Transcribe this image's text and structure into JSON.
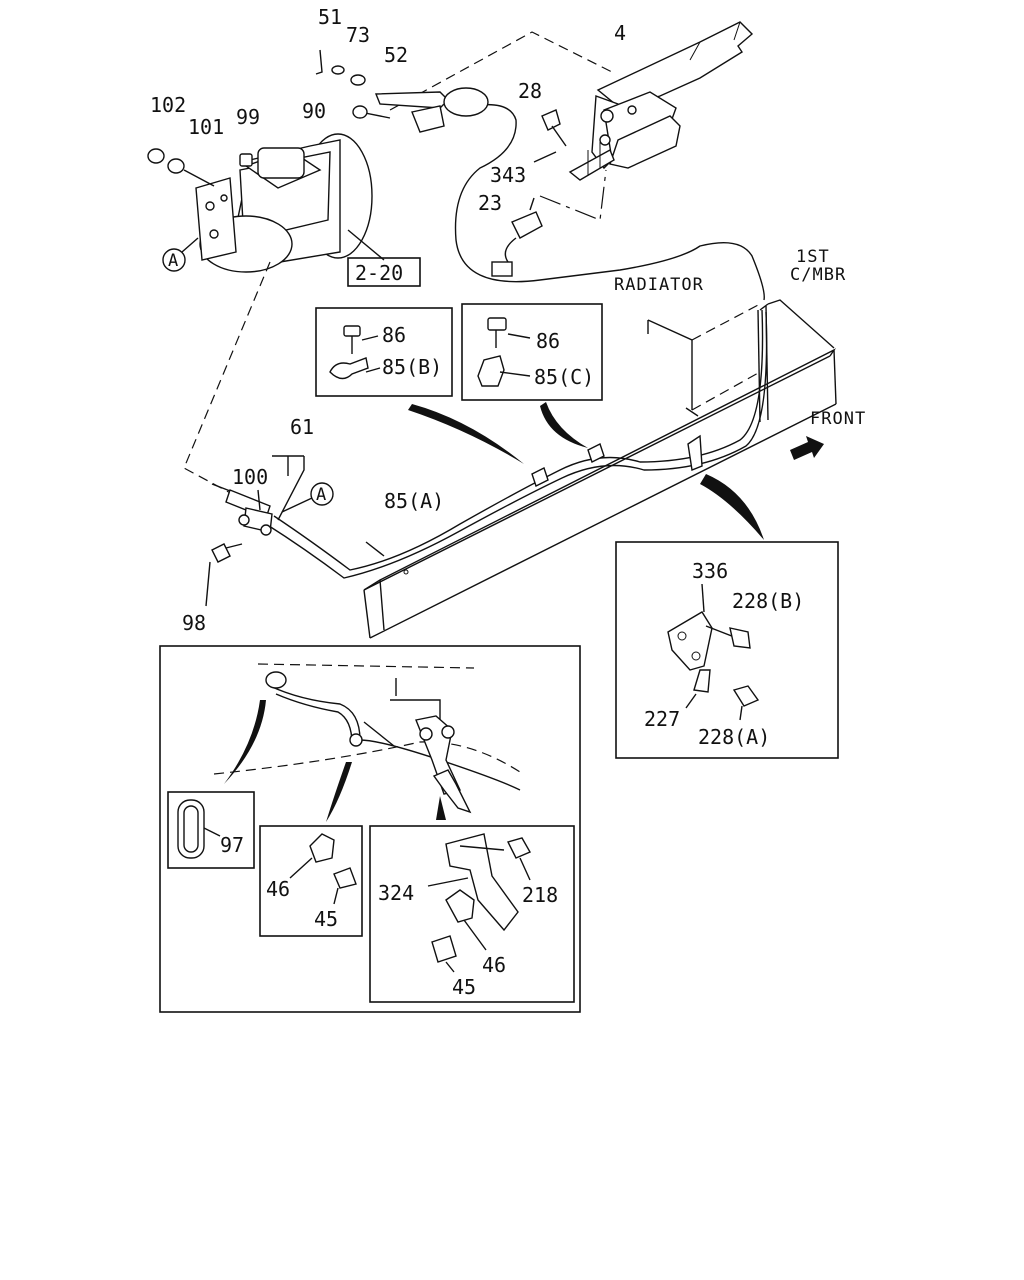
{
  "reference_box": "2-20",
  "annotations": {
    "radiator": "RADIATOR",
    "crossmember_line1": "1ST",
    "crossmember_line2": "C/MBR",
    "front": "FRONT",
    "circle_ref": "A"
  },
  "callouts": {
    "p51": "51",
    "p73": "73",
    "p52": "52",
    "p90": "90",
    "p102": "102",
    "p101": "101",
    "p99": "99",
    "p4": "4",
    "p28": "28",
    "p343": "343",
    "p23": "23",
    "p61": "61",
    "p100": "100",
    "p98": "98",
    "p85a": "85(A)",
    "p86_b": "86",
    "p85b": "85(B)",
    "p86_c": "86",
    "p85c": "85(C)",
    "p336": "336",
    "p228b": "228(B)",
    "p227": "227",
    "p228a": "228(A)",
    "p97": "97",
    "p46_a": "46",
    "p45_a": "45",
    "p324": "324",
    "p218": "218",
    "p46_b": "46",
    "p45_b": "45"
  }
}
